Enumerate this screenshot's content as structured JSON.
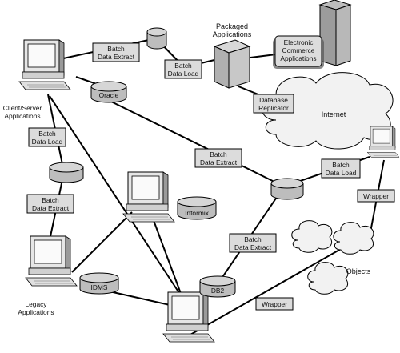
{
  "diagram": {
    "labels": {
      "packaged_apps_l1": "Packaged",
      "packaged_apps_l2": "Applications",
      "client_server_l1": "Client/Server",
      "client_server_l2": "Applications",
      "legacy_l1": "Legacy",
      "legacy_l2": "Applications",
      "internet": "Internet",
      "objects": "Objects",
      "ecommerce_l1": "Electronic",
      "ecommerce_l2": "Commerce",
      "ecommerce_l3": "Applications"
    },
    "databases": {
      "oracle": "Oracle",
      "informix": "Informix",
      "idms": "IDMS",
      "db2": "DB2"
    },
    "connectors": {
      "batch_extract_top_l1": "Batch",
      "batch_extract_top_l2": "Data Extract",
      "batch_load_top_l1": "Batch",
      "batch_load_top_l2": "Data Load",
      "db_replicator_l1": "Database",
      "db_replicator_l2": "Replicator",
      "batch_load_left_l1": "Batch",
      "batch_load_left_l2": "Data Load",
      "batch_extract_left_l1": "Batch",
      "batch_extract_left_l2": "Data Extract",
      "batch_extract_mid_l1": "Batch",
      "batch_extract_mid_l2": "Data Extract",
      "batch_load_right_l1": "Batch",
      "batch_load_right_l2": "Data Load",
      "batch_extract_low_l1": "Batch",
      "batch_extract_low_l2": "Data Extract",
      "wrapper_right": "Wrapper",
      "wrapper_bottom": "Wrapper"
    },
    "colors": {
      "box_fill": "#dcdcdc",
      "cylinder_fill": "#bdbdbd",
      "line": "#000000",
      "cloud_fill": "#f2f2f2",
      "server_fill": "#b8b8b8"
    }
  }
}
